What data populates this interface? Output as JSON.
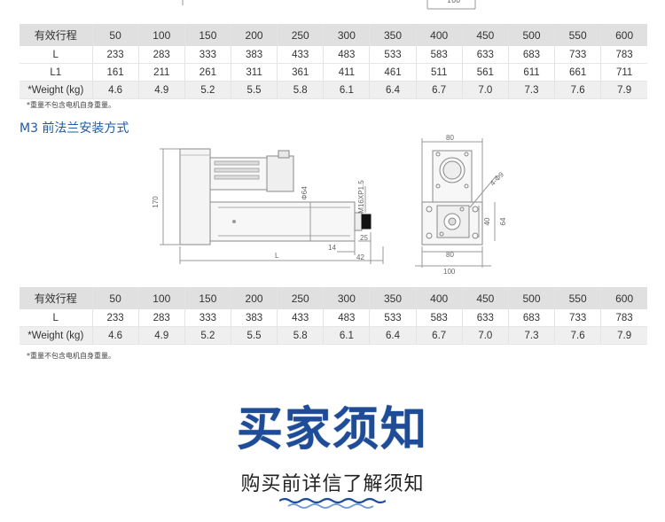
{
  "top_fragment": {
    "dim_label": "100"
  },
  "table1": {
    "header": [
      "有效行程",
      "50",
      "100",
      "150",
      "200",
      "250",
      "300",
      "350",
      "400",
      "450",
      "500",
      "550",
      "600"
    ],
    "rows": [
      [
        "L",
        "233",
        "283",
        "333",
        "383",
        "433",
        "483",
        "533",
        "583",
        "633",
        "683",
        "733",
        "783"
      ],
      [
        "L1",
        "161",
        "211",
        "261",
        "311",
        "361",
        "411",
        "461",
        "511",
        "561",
        "611",
        "661",
        "711"
      ],
      [
        "*Weight (kg)",
        "4.6",
        "4.9",
        "5.2",
        "5.5",
        "5.8",
        "6.1",
        "6.4",
        "6.7",
        "7.0",
        "7.3",
        "7.6",
        "7.9"
      ]
    ]
  },
  "note1": "*重量不包含电机自身重量。",
  "section_m3": "M3 前法兰安装方式",
  "diagram": {
    "dim_170": "170",
    "dim_phi64": "Φ64",
    "thread": "M16XP1.5",
    "dim_14": "14",
    "dim_25": "25",
    "dim_42": "42",
    "dim_L": "L",
    "end_80_top": "80",
    "end_holes": "4-Φ9",
    "end_40": "40",
    "end_64": "64",
    "end_80_bottom": "80",
    "end_100": "100"
  },
  "table2": {
    "header": [
      "有效行程",
      "50",
      "100",
      "150",
      "200",
      "250",
      "300",
      "350",
      "400",
      "450",
      "500",
      "550",
      "600"
    ],
    "rows": [
      [
        "L",
        "233",
        "283",
        "333",
        "383",
        "433",
        "483",
        "533",
        "583",
        "633",
        "683",
        "733",
        "783"
      ],
      [
        "*Weight (kg)",
        "4.6",
        "4.9",
        "5.2",
        "5.5",
        "5.8",
        "6.1",
        "6.4",
        "6.7",
        "7.0",
        "7.3",
        "7.6",
        "7.9"
      ]
    ]
  },
  "note2": "*重量不包含电机自身重量。",
  "buy_title": "买家须知",
  "buy_subtitle": "购买前详信了解须知"
}
